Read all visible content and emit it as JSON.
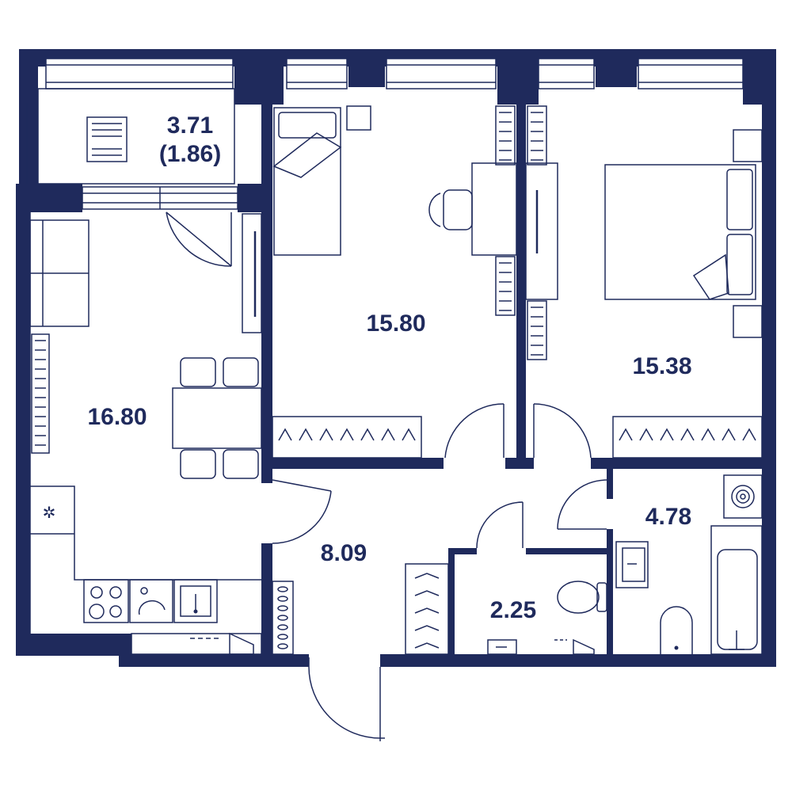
{
  "colors": {
    "wall": "#1f2a5c",
    "background": "#ffffff"
  },
  "rooms": {
    "balcony": {
      "area": "3.71",
      "area_reduced": "(1.86)"
    },
    "kitchen_living": {
      "area": "16.80"
    },
    "bedroom_1": {
      "area": "15.80"
    },
    "bedroom_2": {
      "area": "15.38"
    },
    "hallway": {
      "area": "8.09"
    },
    "toilet": {
      "area": "2.25"
    },
    "bathroom": {
      "area": "4.78"
    }
  },
  "icons": [
    "bed-icon",
    "double-bed-icon",
    "desk-icon",
    "chair-icon",
    "sofa-icon",
    "dining-table-icon",
    "stove-icon",
    "sink-icon",
    "toilet-icon",
    "bathtub-icon",
    "washing-machine-icon",
    "radiator-icon",
    "wardrobe-icon",
    "door-icon",
    "window-icon",
    "lounge-chair-icon"
  ]
}
